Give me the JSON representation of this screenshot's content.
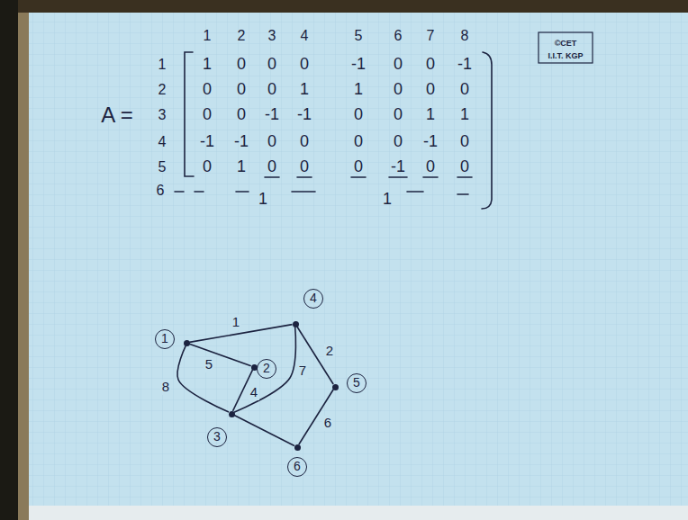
{
  "diagram": {
    "nodes": [
      {
        "text": [
          "1"
        ]
      },
      {
        "text": [
          "2"
        ]
      },
      {
        "text": [
          "3"
        ]
      },
      {
        "text": [
          "4"
        ]
      },
      {
        "text": [
          "5"
        ]
      },
      {
        "text": [
          "6"
        ]
      }
    ],
    "edges": [
      {
        "from": 0,
        "to": 3,
        "arrow": "none",
        "label": "1"
      },
      {
        "from": 3,
        "to": 4,
        "arrow": "none",
        "label": "2"
      },
      {
        "from": 2,
        "to": 5,
        "arrow": "none"
      },
      {
        "from": 1,
        "to": 2,
        "arrow": "none",
        "label": "4"
      },
      {
        "from": 0,
        "to": 1,
        "arrow": "none",
        "label": "5"
      },
      {
        "from": 4,
        "to": 5,
        "arrow": "none",
        "label": "6"
      },
      {
        "from": 2,
        "to": 3,
        "arrow": "none",
        "label": "7"
      },
      {
        "from": 0,
        "to": 2,
        "arrow": "none",
        "label": "8"
      }
    ],
    "labels": [
      "A =",
      "1",
      "2",
      "3",
      "4",
      "5",
      "6",
      "7",
      "8",
      "1",
      "1",
      "0",
      "0",
      "0",
      "-1",
      "0",
      "0",
      "-1",
      "2",
      "0",
      "0",
      "0",
      "1",
      "1",
      "0",
      "0",
      "0",
      "3",
      "0",
      "0",
      "-1",
      "-1",
      "0",
      "0",
      "1",
      "1",
      "4",
      "-1",
      "-1",
      "0",
      "0",
      "0",
      "0",
      "-1",
      "0",
      "5",
      "0",
      "1",
      "0",
      "0",
      "0",
      "-1",
      "0",
      "0",
      "6",
      "1",
      "1",
      "©CET",
      "I.I.T. KGP"
    ]
  }
}
